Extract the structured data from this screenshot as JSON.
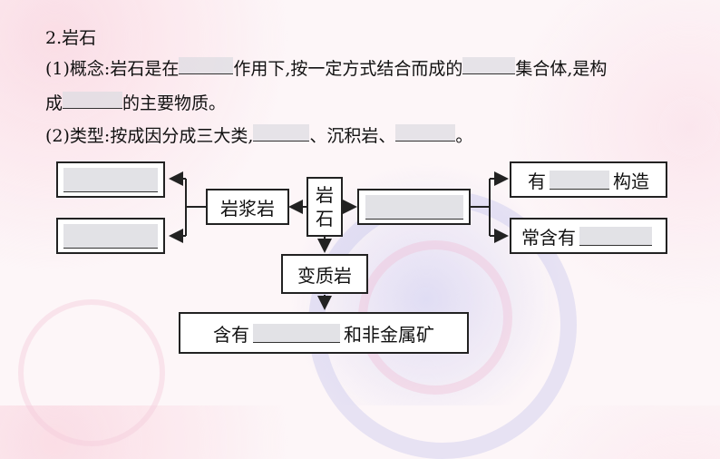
{
  "heading": "2.岩石",
  "concept": {
    "prefix": "(1)概念:岩石是在",
    "mid1": "作用下,按一定方式结合而成的",
    "suffix1": "集合体,是构",
    "line2_prefix": "成",
    "line2_suffix": "的主要物质。"
  },
  "types": {
    "prefix": "(2)类型:按成因分成三大类,",
    "mid": "、沉积岩、",
    "end": "。"
  },
  "diagram": {
    "center_top": "岩",
    "center_bottom": "石",
    "magmatic": "岩浆岩",
    "metamorphic": "变质岩",
    "right_top_prefix": "有",
    "right_top_suffix": "构造",
    "right_bottom_prefix": "常含有",
    "bottom_prefix": "含有",
    "bottom_suffix": "和非金属矿"
  }
}
